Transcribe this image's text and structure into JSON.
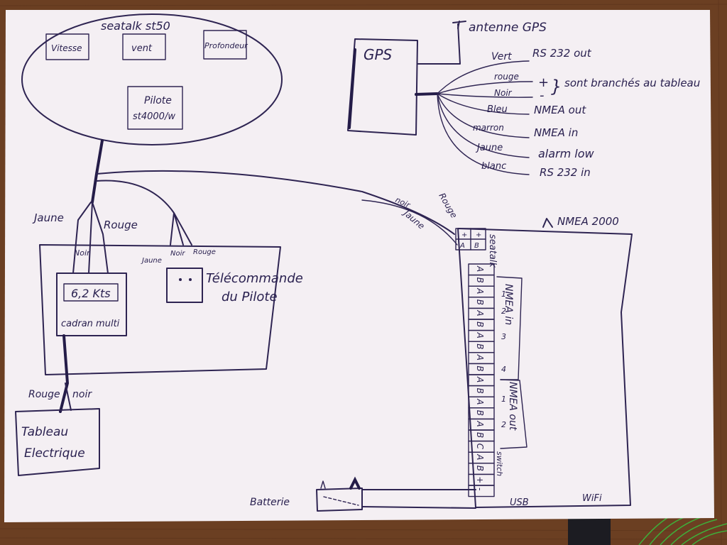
{
  "colors": {
    "table_wood": "#6b3f22",
    "paper": "#f4eff3",
    "ink": "#2e2452"
  },
  "seatalk_group": {
    "title": "seatalk st50",
    "instruments": [
      "Vitesse",
      "vent",
      "Profondeur"
    ],
    "pilot": [
      "Pilote",
      "st4000/w"
    ]
  },
  "gps": {
    "label": "GPS",
    "antenna": "antenne GPS",
    "wires": [
      {
        "color": "Vert",
        "function": "RS 232 out"
      },
      {
        "color": "rouge",
        "function": "+"
      },
      {
        "color": "Noir",
        "function": "-"
      },
      {
        "color": "Bleu",
        "function": "NMEA out"
      },
      {
        "color": "marron",
        "function": "NMEA in"
      },
      {
        "color": "Jaune",
        "function": "alarm low"
      },
      {
        "color": "blanc",
        "function": "RS 232 in"
      }
    ],
    "power_note": "sont branchés au tableau"
  },
  "panel": {
    "wire_labels": [
      "Jaune",
      "Rouge",
      "Noir"
    ],
    "multi_display": {
      "value": "6,2 Kts",
      "label": "cadran multi"
    },
    "remote": {
      "wire_labels": [
        "Jaune",
        "Noir",
        "Rouge"
      ],
      "label_line1": "Télécommande",
      "label_line2": "du Pilote"
    }
  },
  "electrical": {
    "wire_labels": [
      "Rouge",
      "noir"
    ],
    "label_line1": "Tableau",
    "label_line2": "Electrique"
  },
  "multiplexer": {
    "nmea2000": "NMEA 2000",
    "seatalk_label": "seatalk",
    "seatalk_wire_labels": [
      "Rouge",
      "noir",
      "Jaune"
    ],
    "terminals": [
      "+",
      "A",
      "B",
      "A",
      "B",
      "A",
      "B",
      "A",
      "B",
      "A",
      "B",
      "A",
      "B",
      "A",
      "B",
      "A",
      "B",
      "C",
      "A",
      "B",
      "+",
      "-"
    ],
    "terminal_rows": [
      [
        "+",
        "+"
      ],
      [
        "A",
        "B"
      ]
    ],
    "nmea_in": {
      "label": "NMEA in",
      "numbers": [
        "1",
        "2",
        "3",
        "4"
      ]
    },
    "nmea_out": {
      "label": "NMEA out",
      "numbers": [
        "1",
        "2"
      ]
    },
    "switch_label": "switch",
    "usb": "USB",
    "wifi": "WiFi"
  },
  "battery": {
    "label": "Batterie"
  }
}
